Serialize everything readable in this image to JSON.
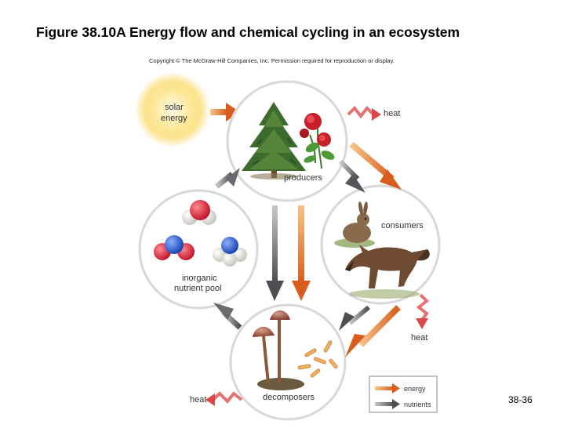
{
  "title": "Figure 38.10A Energy flow and chemical cycling in an ecosystem",
  "copyright": "Copyright © The McGraw-Hill Companies, Inc. Permission required for reproduction or display.",
  "labels": {
    "solar_line1": "solar",
    "solar_line2": "energy",
    "producers": "producers",
    "consumers": "consumers",
    "decomposers": "decomposers",
    "pool_line1": "inorganic",
    "pool_line2": "nutrient pool",
    "heat_top": "heat",
    "heat_right": "heat",
    "heat_bottom": "heat"
  },
  "legend": {
    "energy": "energy",
    "nutrients": "nutrients"
  },
  "slide_number": "38-36",
  "colors": {
    "energy_arrow": "#e0782e",
    "nutrient_arrow": "#6f6f73",
    "heat_arrow": "#e25a5a",
    "sun": "#f8d24c"
  }
}
